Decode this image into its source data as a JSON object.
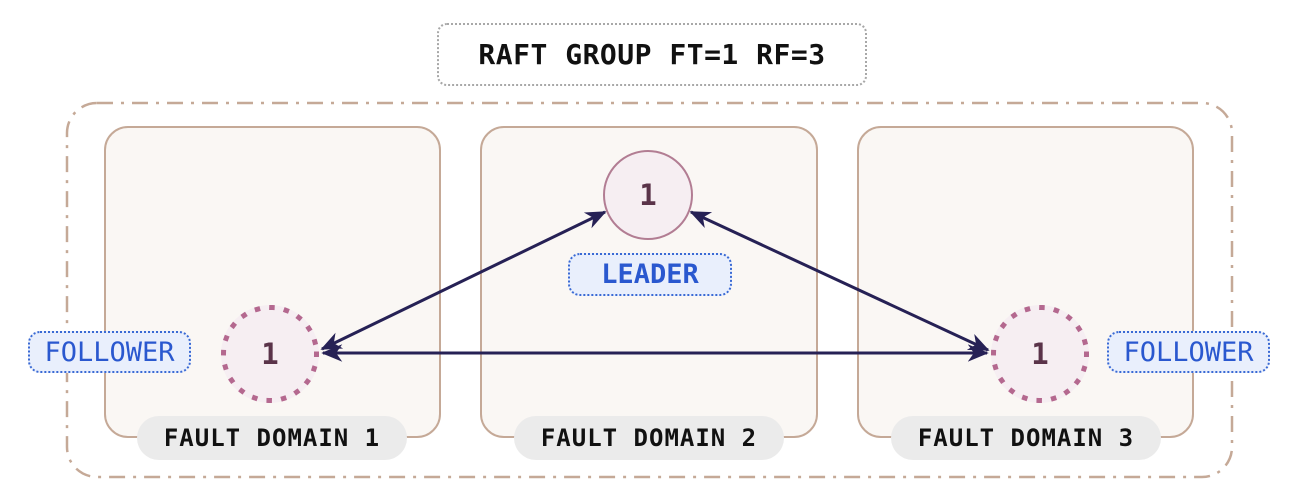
{
  "diagram": {
    "title": "RAFT GROUP FT=1 RF=3",
    "fault_domains": [
      {
        "label": "FAULT DOMAIN 1",
        "node": {
          "value": "1",
          "role_label": "FOLLOWER"
        }
      },
      {
        "label": "FAULT DOMAIN 2",
        "node": {
          "value": "1",
          "role_label": "LEADER"
        }
      },
      {
        "label": "FAULT DOMAIN 3",
        "node": {
          "value": "1",
          "role_label": "FOLLOWER"
        }
      }
    ],
    "edges": [
      {
        "from": "follower-node-fault-domain-1",
        "to": "leader-node-fault-domain-2",
        "bidirectional": true
      },
      {
        "from": "leader-node-fault-domain-2",
        "to": "follower-node-fault-domain-3",
        "bidirectional": true
      },
      {
        "from": "follower-node-fault-domain-1",
        "to": "follower-node-fault-domain-3",
        "bidirectional": true
      }
    ],
    "colors": {
      "background": "#ffffff",
      "fault_domain_fill": "#faf7f4",
      "fault_domain_border": "#c5a997",
      "outer_group_border": "#c5a997",
      "title_border": "#a8a8a8",
      "arrow": "#262155",
      "leader_node_border": "#b27d93",
      "follower_node_border": "#b4688f",
      "node_fill": "#f6eef2",
      "node_text": "#5a3349",
      "role_pill_fill": "#e9effc",
      "role_pill_border": "#3a6ad4",
      "role_pill_text": "#2a58cf",
      "fd_label_fill": "#ebebeb",
      "fd_label_text": "#111111"
    }
  }
}
